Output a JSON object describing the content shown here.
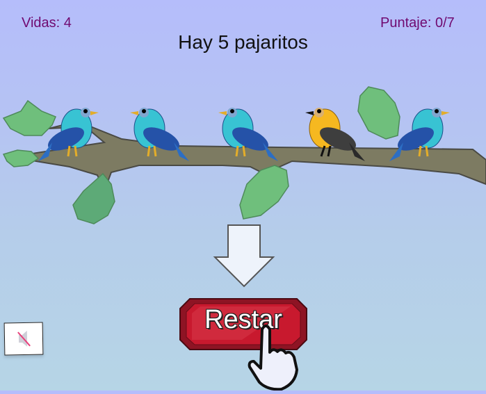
{
  "hud": {
    "lives": "Vidas: 4",
    "score": "Puntaje: 0/7"
  },
  "question": "Hay 5 pajaritos",
  "scene": {
    "birds": [
      {
        "color": "blue",
        "facing": "right"
      },
      {
        "color": "blue",
        "facing": "left"
      },
      {
        "color": "blue",
        "facing": "left"
      },
      {
        "color": "yellow",
        "facing": "left"
      },
      {
        "color": "blue",
        "facing": "right"
      }
    ]
  },
  "action_button": {
    "label": "Restar",
    "color": "#c8192e"
  },
  "icons": {
    "arrow": "arrow-down-icon",
    "hand": "pointing-hand-icon",
    "mute": "speaker-muted-icon"
  }
}
